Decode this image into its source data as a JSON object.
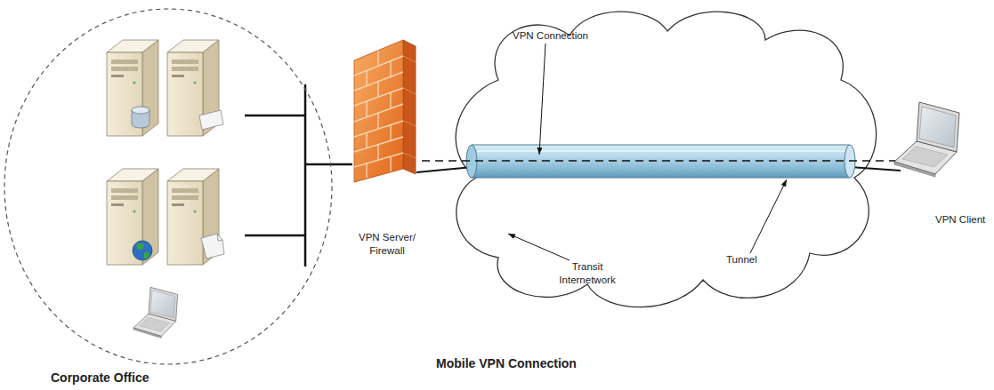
{
  "diagram": {
    "caption": "Mobile VPN Connection",
    "nodes": [
      {
        "text": [
          "Corporate Office"
        ]
      },
      {
        "text": [
          "VPN Server/ Firewall"
        ]
      },
      {
        "text": [
          "VPN Client"
        ]
      }
    ],
    "edges": [
      {
        "from": 0,
        "to": 1,
        "arrow": "none"
      },
      {
        "from": 1,
        "to": 2,
        "arrow": "none"
      }
    ],
    "labels": [
      "VPN Connection",
      "Transit Internetwork",
      "Tunnel"
    ]
  }
}
